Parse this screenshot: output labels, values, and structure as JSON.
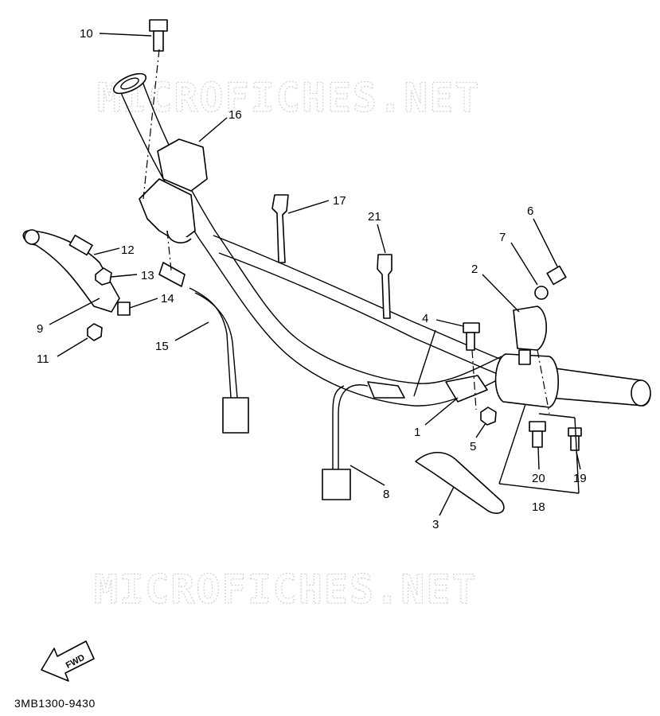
{
  "watermarks": [
    "MICROFICHES.NET",
    "MICROFICHES.NET"
  ],
  "callouts": [
    "1",
    "2",
    "3",
    "4",
    "5",
    "6",
    "7",
    "8",
    "9",
    "10",
    "11",
    "12",
    "13",
    "14",
    "15",
    "16",
    "17",
    "18",
    "19",
    "20",
    "21"
  ],
  "fwd_label": "FWD",
  "diagram_code": "3MB1300-9430",
  "colors": {
    "line": "#000000",
    "watermark": "#cfcfcf",
    "background": "#ffffff"
  }
}
